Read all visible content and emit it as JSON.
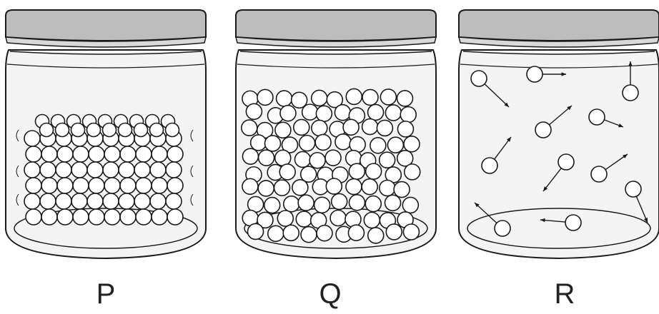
{
  "diagram": {
    "jars": [
      {
        "label": "P",
        "state": "solid"
      },
      {
        "label": "Q",
        "state": "liquid"
      },
      {
        "label": "R",
        "state": "gas"
      }
    ],
    "colors": {
      "outline": "#1a1a1a",
      "lid_fill": "#bdbdbd",
      "glass_fill": "#f4f4f4",
      "particle_fill": "#ffffff"
    }
  }
}
